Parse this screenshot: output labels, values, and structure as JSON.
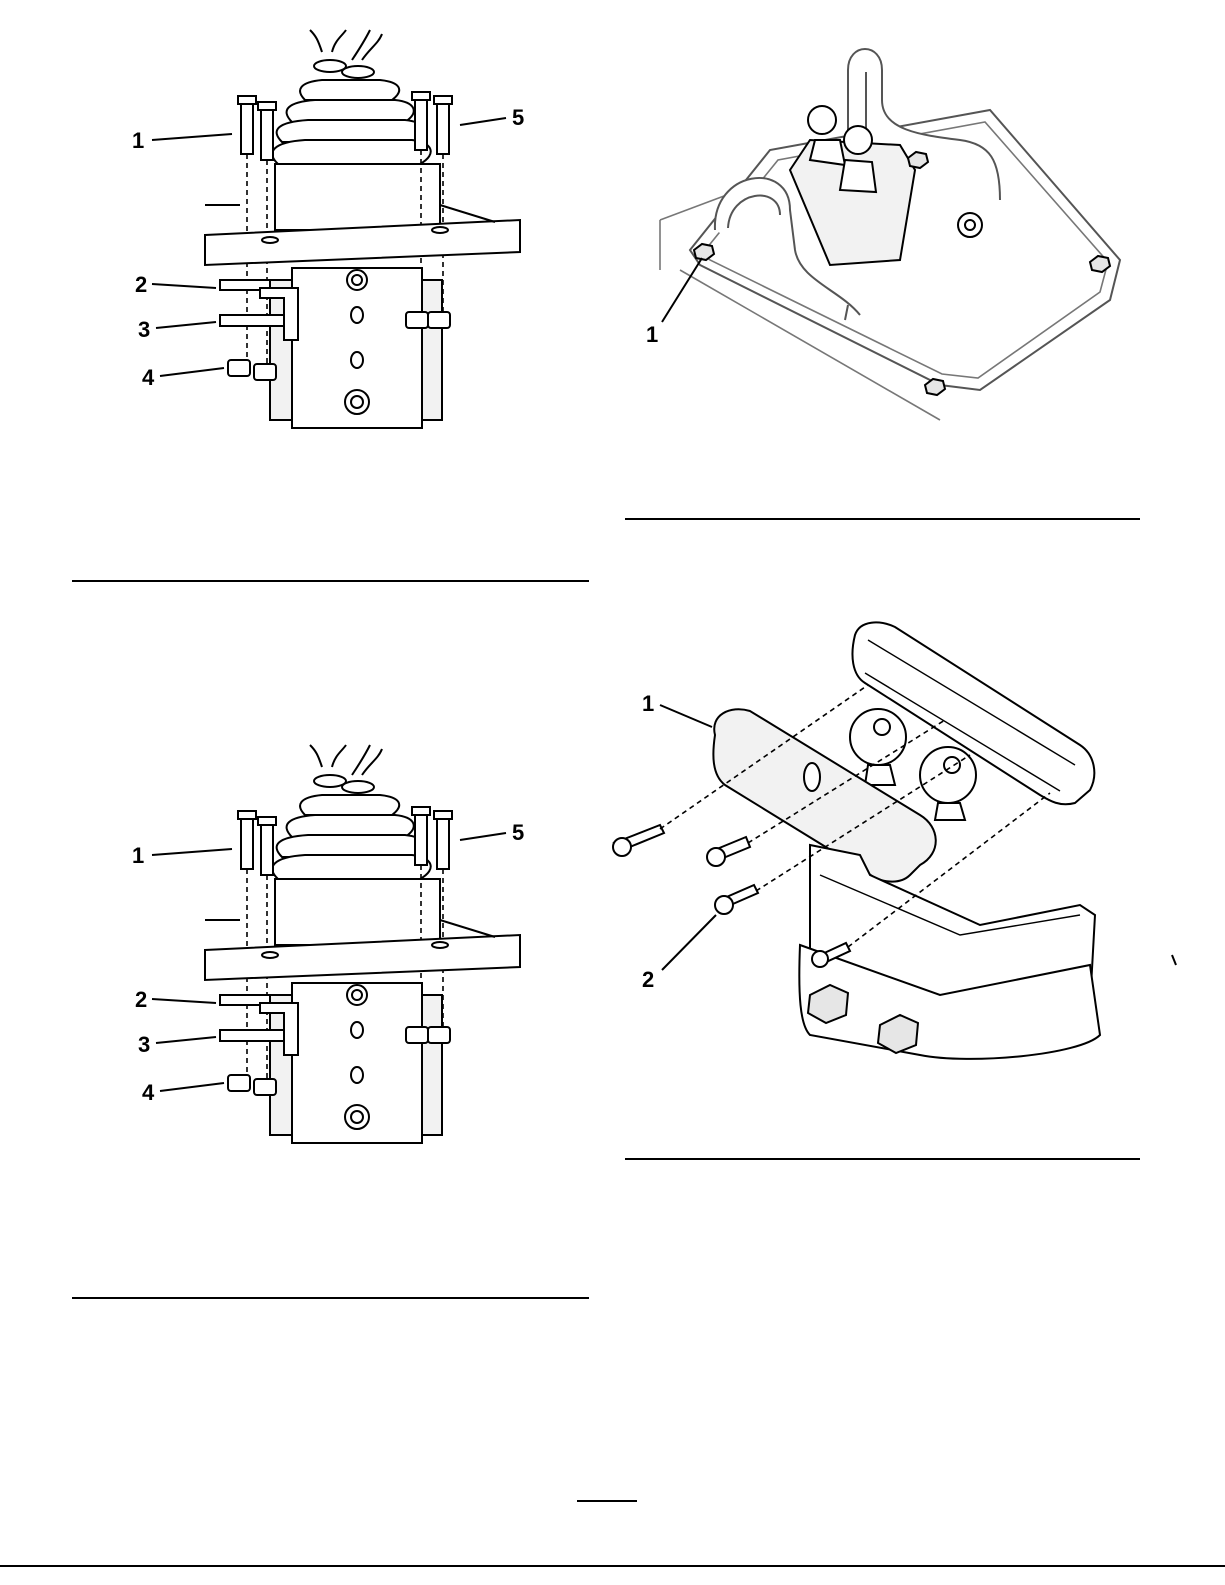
{
  "figures": [
    {
      "id": "joystick-mount-upper",
      "callouts": [
        "1",
        "2",
        "3",
        "4",
        "5"
      ]
    },
    {
      "id": "control-panel-nuts",
      "callouts": [
        "1"
      ]
    },
    {
      "id": "joystick-mount-lower",
      "callouts": [
        "1",
        "2",
        "3",
        "4",
        "5"
      ]
    },
    {
      "id": "handle-cover-screws",
      "callouts": [
        "1",
        "2"
      ]
    }
  ],
  "colors": {
    "line": "#000000",
    "background": "#ffffff",
    "panel_gray": "#555555"
  }
}
